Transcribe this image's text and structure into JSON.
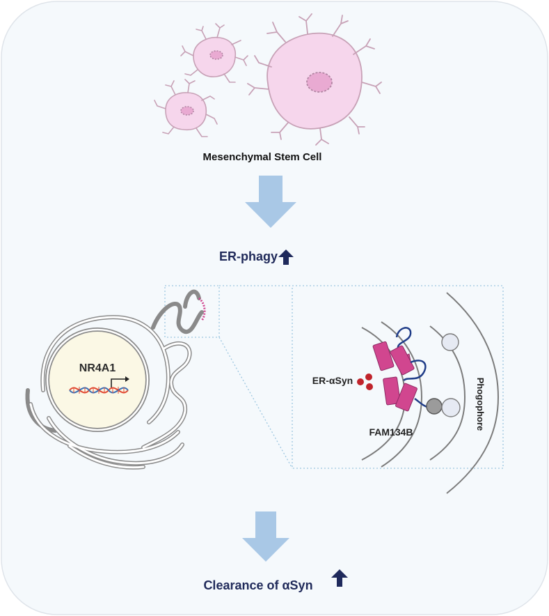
{
  "labels": {
    "msc": "Mesenchymal Stem Cell",
    "er_phagy": "ER-phagy",
    "nr4a1": "NR4A1",
    "er_asyn": "ER-αSyn",
    "fam134b": "FAM134B",
    "phogophore": "Phogophore",
    "clearance": "Clearance of αSyn"
  },
  "colors": {
    "panel_bg": "#f5f9fc",
    "panel_border": "#dfe4ea",
    "cell_fill": "#f6d6ec",
    "cell_stroke": "#c7a1b6",
    "arrow_light": "#a9c8e6",
    "arrow_navy": "#1f2a5c",
    "label_navy": "#202a5a",
    "nucleus_fill": "#fbf8e5",
    "membrane": "#7b7b7b",
    "er_pink": "#d1468f",
    "dna_red": "#e24a33",
    "dna_blue": "#3b6fb5",
    "protein_blue": "#1f3c88",
    "asyn_red": "#c0232b",
    "lc3_grey": "#9b9b9b",
    "lc3_light": "#e6eaf3",
    "dotted_box": "#9cc6e0"
  },
  "icons": [
    "up-arrow-icon",
    "down-arrow-icon",
    "transcription-arrow-icon",
    "dna-helix-icon"
  ]
}
